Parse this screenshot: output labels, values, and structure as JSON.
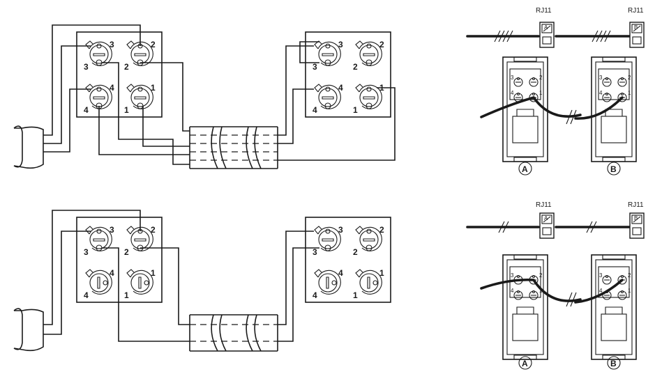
{
  "labels": {
    "rj11": "RJ11",
    "a": "A",
    "b": "B",
    "plug_a": "A",
    "plug_b": "B",
    "t1": "1",
    "t2": "2",
    "t3": "3",
    "t4": "4"
  },
  "colors": {
    "ink": "#1a1a1a",
    "background": "#ffffff"
  }
}
